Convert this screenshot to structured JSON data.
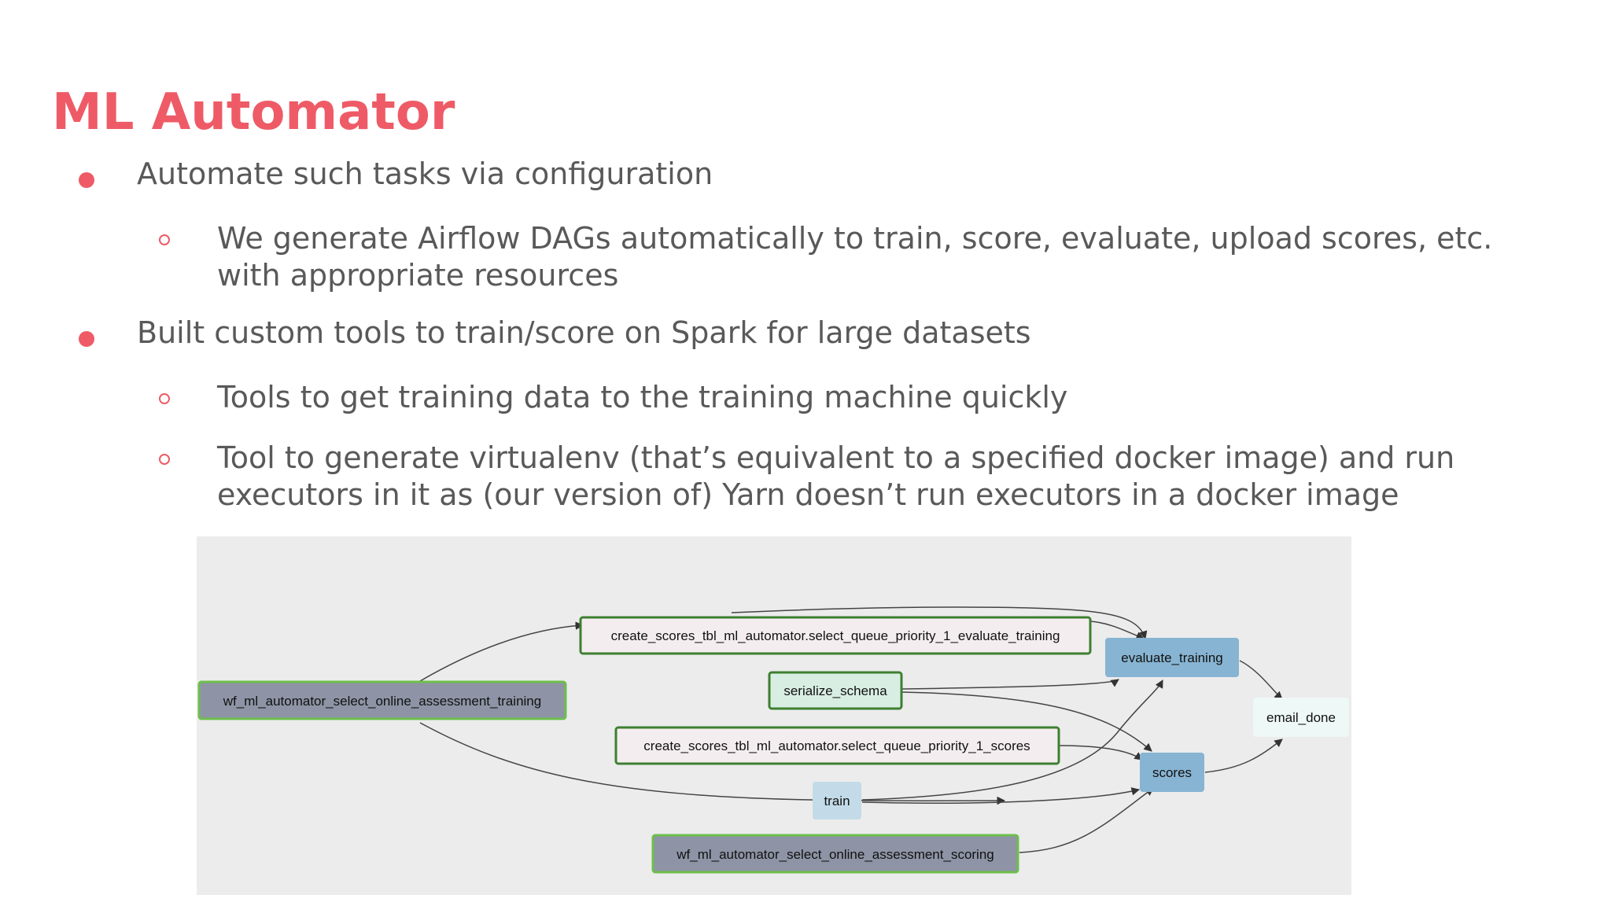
{
  "slide": {
    "title": "ML Automator",
    "accent_color": "#ee5b66",
    "text_color": "#595959"
  },
  "bullets": [
    {
      "level": 1,
      "lines": [
        "Automate such tasks via configuration"
      ]
    },
    {
      "level": 2,
      "lines": [
        "We generate Airflow DAGs automatically to train, score, evaluate, upload scores, etc.",
        "with appropriate resources"
      ]
    },
    {
      "level": 1,
      "lines": [
        "Built custom tools to train/score on Spark for large datasets"
      ]
    },
    {
      "level": 2,
      "lines": [
        "Tools to get training data to the training machine quickly"
      ]
    },
    {
      "level": 2,
      "lines": [
        "Tool to generate virtualenv (that’s equivalent to a specified docker image) and run",
        "executors in it as (our version of) Yarn doesn’t run executors in a docker image"
      ]
    }
  ],
  "dag": {
    "background": "#ececec",
    "nodes": [
      {
        "id": "wf_training",
        "label": "wf_ml_automator_select_online_assessment_training",
        "fill": "#8e94a5",
        "stroke": "#6dbf4b"
      },
      {
        "id": "create_eval",
        "label": "create_scores_tbl_ml_automator.select_queue_priority_1_evaluate_training",
        "fill": "#f4edf0",
        "stroke": "#3d7f30"
      },
      {
        "id": "serialize",
        "label": "serialize_schema",
        "fill": "#d9eee2",
        "stroke": "#3d7f30"
      },
      {
        "id": "create_scores",
        "label": "create_scores_tbl_ml_automator.select_queue_priority_1_scores",
        "fill": "#f4edf0",
        "stroke": "#3d7f30"
      },
      {
        "id": "train",
        "label": "train",
        "fill": "#c3dbe8",
        "stroke": "#c3dbe8"
      },
      {
        "id": "wf_scoring",
        "label": "wf_ml_automator_select_online_assessment_scoring",
        "fill": "#8e94a5",
        "stroke": "#6dbf4b"
      },
      {
        "id": "evaluate",
        "label": "evaluate_training",
        "fill": "#87b4d2",
        "stroke": "#87b4d2"
      },
      {
        "id": "scores",
        "label": "scores",
        "fill": "#87b4d2",
        "stroke": "#87b4d2"
      },
      {
        "id": "email",
        "label": "email_done",
        "fill": "#eef8f7",
        "stroke": "#eef8f7"
      }
    ],
    "edges": [
      [
        "wf_training",
        "create_eval"
      ],
      [
        "wf_training",
        "train"
      ],
      [
        "create_eval",
        "evaluate"
      ],
      [
        "serialize",
        "evaluate"
      ],
      [
        "serialize",
        "scores"
      ],
      [
        "create_scores",
        "scores"
      ],
      [
        "train",
        "evaluate"
      ],
      [
        "train",
        "scores"
      ],
      [
        "wf_scoring",
        "scores"
      ],
      [
        "evaluate",
        "email"
      ],
      [
        "scores",
        "email"
      ]
    ]
  }
}
